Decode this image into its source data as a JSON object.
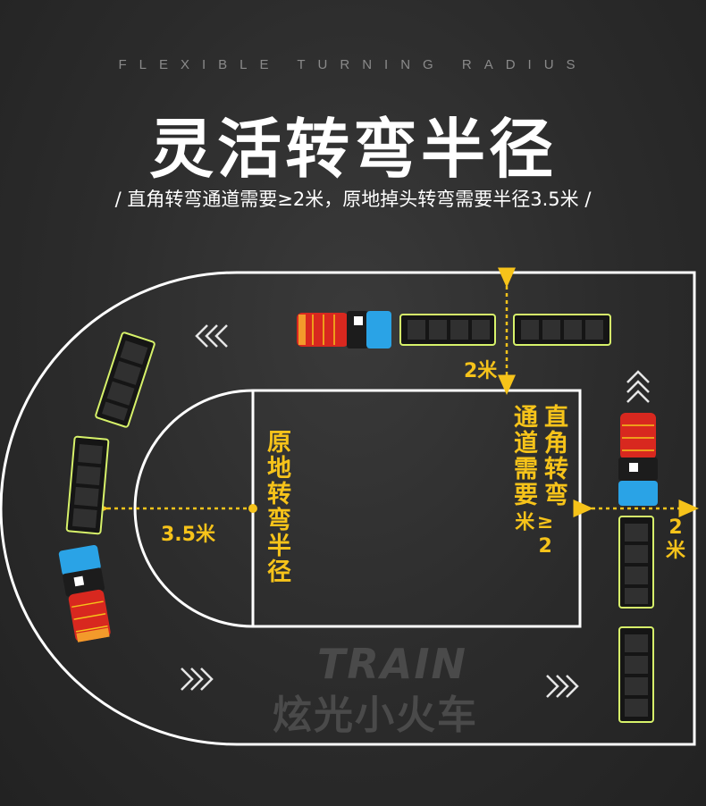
{
  "header": {
    "en_subtitle": "FLEXIBLE TURNING RADIUS",
    "title": "灵活转弯半径",
    "description": "/ 直角转弯通道需要≥2米，原地掉头转弯需要半径3.5米 /"
  },
  "labels": {
    "top_gap": "2米",
    "right_gap_line1": "2",
    "right_gap_line2": "米",
    "radius": "3.5米",
    "uturn_vertical": "原地转弯半径",
    "right_angle_col1": "直角转弯",
    "right_angle_col2": "通道需要",
    "right_angle_col3": "≥2米"
  },
  "watermark": {
    "en": "TRAIN",
    "zh": "炫光小火车"
  },
  "colors": {
    "accent_yellow": "#f6c31a",
    "track_line": "#ffffff",
    "train_red": "#d8281f",
    "train_blue": "#2aa3e6",
    "car_glow": "#d7f26a"
  }
}
